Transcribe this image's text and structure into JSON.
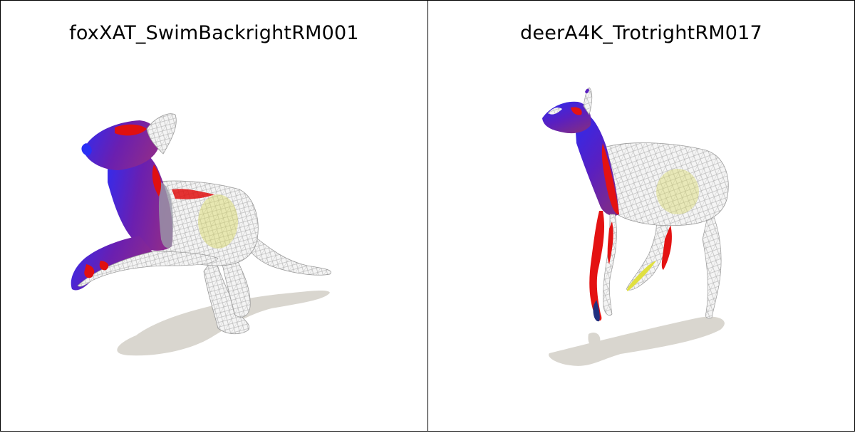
{
  "panels": [
    {
      "title": "foxXAT_SwimBackrightRM001",
      "subject": "fox",
      "colors": {
        "blue": "#3a2cf0",
        "purple": "#6a1fb0",
        "red": "#e01010",
        "mesh": "#f2f2f2",
        "wire": "#b8b8b8",
        "shadow": "#d9d6cf",
        "yellow": "#d8d860"
      }
    },
    {
      "title": "deerA4K_TrotrightRM017",
      "subject": "deer",
      "colors": {
        "blue": "#3a2cf0",
        "purple": "#5a1fc0",
        "red": "#e41212",
        "mesh": "#f2f2f2",
        "wire": "#b8b8b8",
        "shadow": "#d9d6cf",
        "yellow": "#e0e040"
      }
    }
  ]
}
